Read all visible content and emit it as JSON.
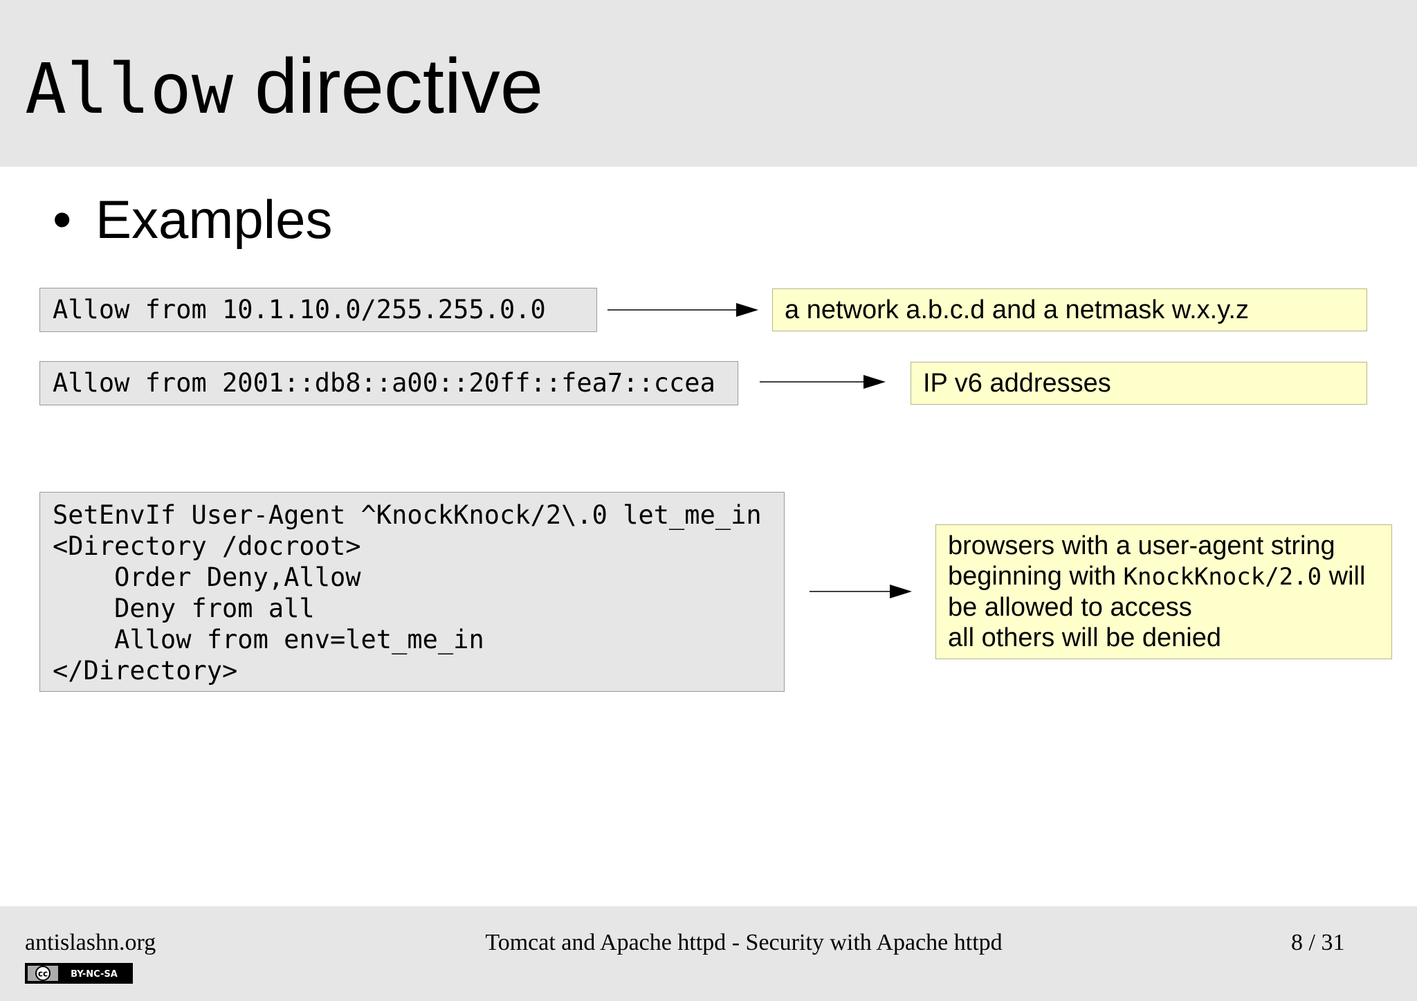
{
  "slide": {
    "title_mono": "Allow",
    "title_rest": " directive",
    "bullet": "Examples"
  },
  "examples": [
    {
      "code": "Allow from 10.1.10.0/255.255.0.0",
      "note": "a network a.b.c.d and a netmask w.x.y.z"
    },
    {
      "code": "Allow from 2001::db8::a00::20ff::fea7::ccea",
      "note": "IP v6 addresses"
    }
  ],
  "example3": {
    "code_lines": [
      "SetEnvIf User-Agent ^KnockKnock/2\\.0 let_me_in",
      "<Directory /docroot>",
      "    Order Deny,Allow",
      "    Deny from all",
      "    Allow from env=let_me_in",
      "</Directory>"
    ],
    "note": {
      "line1": "browsers with a user-agent string",
      "line2_pre": "beginning with ",
      "line2_code": "KnockKnock/2.0",
      "line2_post": " will",
      "line3": "be allowed to access",
      "line4": "all others will be denied"
    }
  },
  "footer": {
    "site": "antislashn.org",
    "course": "Tomcat and Apache httpd - Security with Apache httpd",
    "page": "8 / 31",
    "license": {
      "cc": "cc",
      "terms": "BY-NC-SA"
    }
  },
  "colors": {
    "header_bg": "#e6e6e6",
    "code_bg": "#e6e6e6",
    "note_bg": "#ffffcc"
  }
}
